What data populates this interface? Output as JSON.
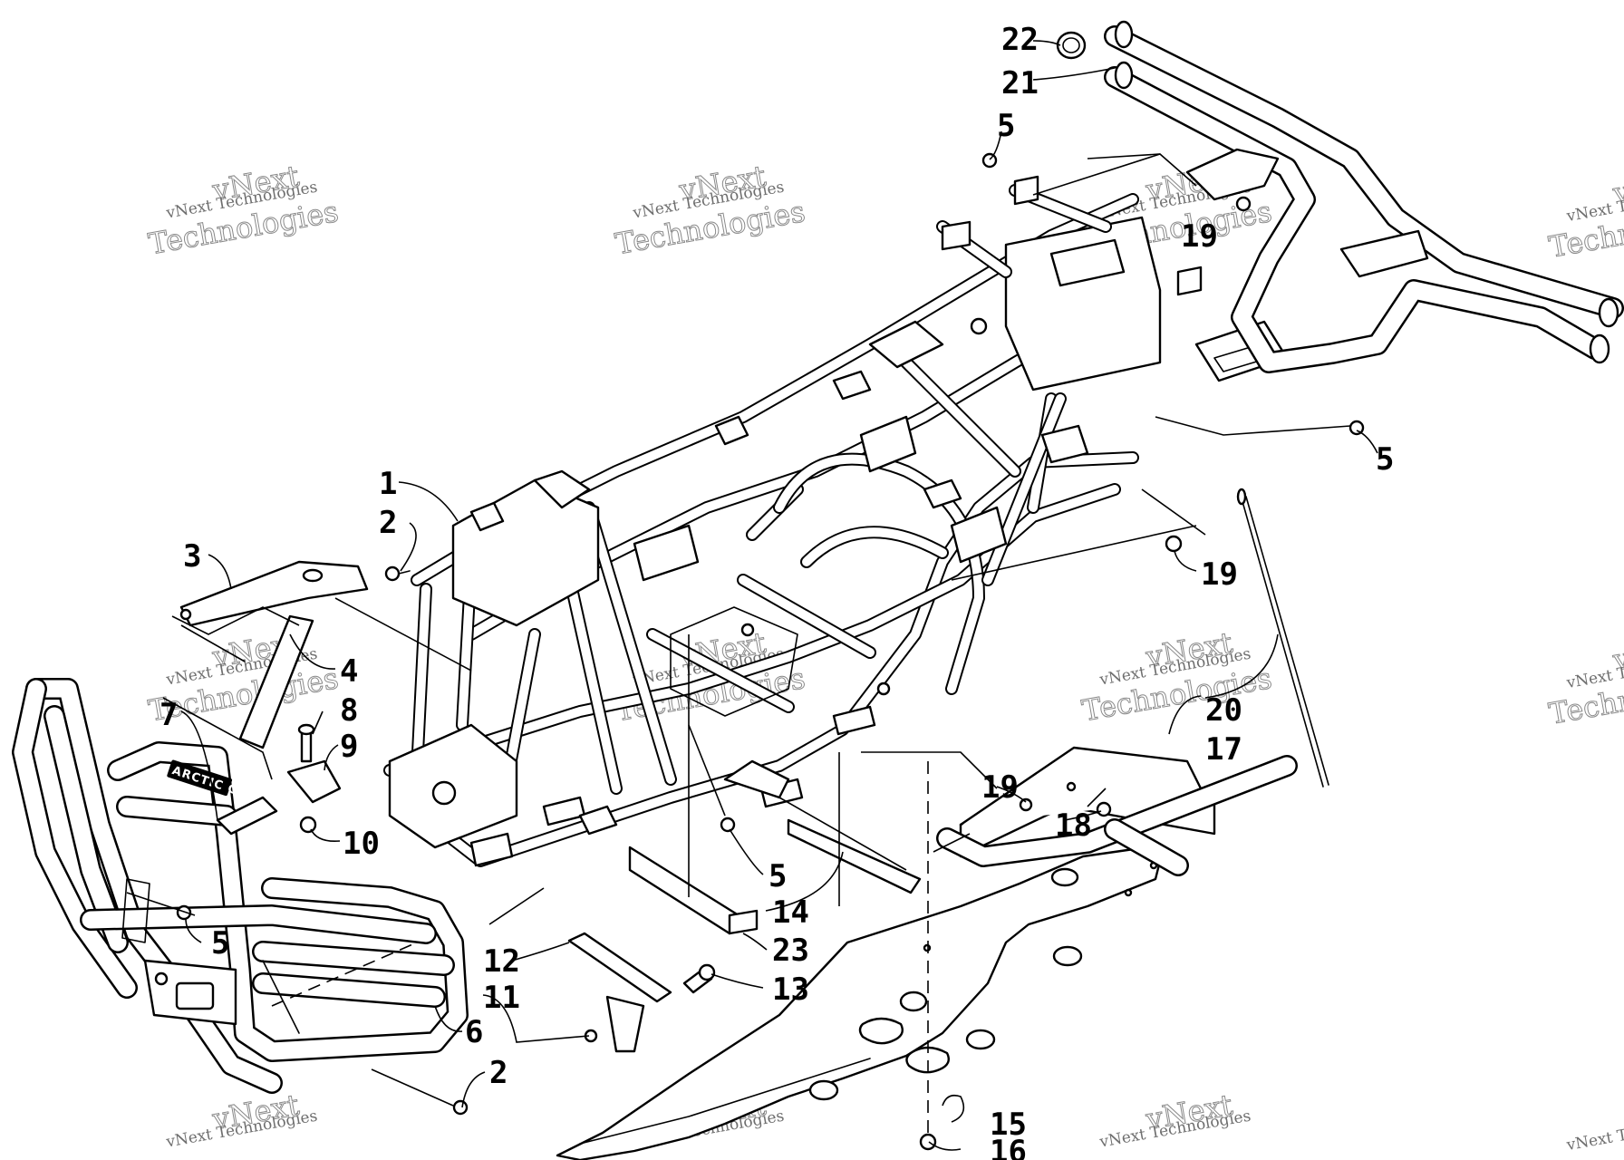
{
  "diagram": {
    "callouts": [
      {
        "label": "1"
      },
      {
        "label": "2"
      },
      {
        "label": "2"
      },
      {
        "label": "3"
      },
      {
        "label": "4"
      },
      {
        "label": "5"
      },
      {
        "label": "5"
      },
      {
        "label": "5"
      },
      {
        "label": "5"
      },
      {
        "label": "6"
      },
      {
        "label": "7"
      },
      {
        "label": "8"
      },
      {
        "label": "9"
      },
      {
        "label": "10"
      },
      {
        "label": "11"
      },
      {
        "label": "12"
      },
      {
        "label": "13"
      },
      {
        "label": "14"
      },
      {
        "label": "15"
      },
      {
        "label": "16"
      },
      {
        "label": "17"
      },
      {
        "label": "18"
      },
      {
        "label": "19"
      },
      {
        "label": "19"
      },
      {
        "label": "19"
      },
      {
        "label": "20"
      },
      {
        "label": "21"
      },
      {
        "label": "22"
      },
      {
        "label": "23"
      }
    ],
    "badge_text": "ARCTIC CAT"
  },
  "watermark": {
    "small_text": "vNext Technologies",
    "big_text_line1": "vNext",
    "big_text_line2": "Technologies",
    "partial_small": "vNext Tec",
    "partial_big_1": "vNe",
    "partial_big_2": "Techn"
  }
}
